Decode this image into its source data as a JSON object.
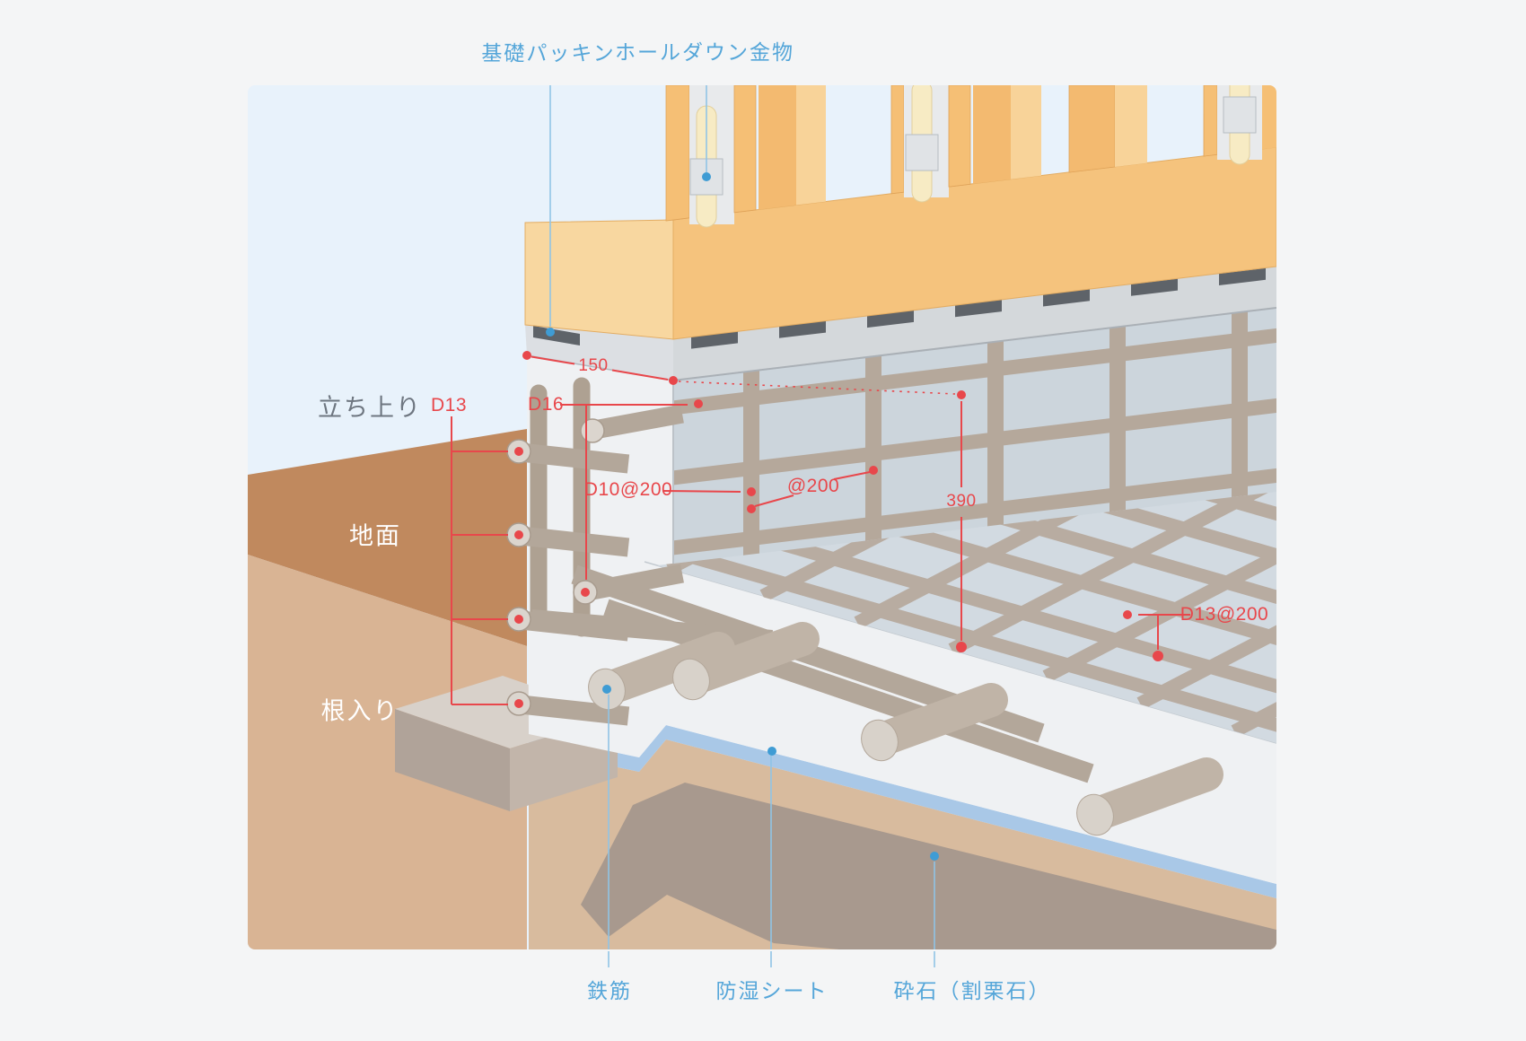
{
  "diagram_title": "foundation-cross-section",
  "part_labels": {
    "kiso_packing": "基礎パッキン",
    "holddown_hardware": "ホールダウン金物",
    "rebar": "鉄筋",
    "moisture_sheet": "防湿シート",
    "crushed_stone": "砕石（割栗石）"
  },
  "area_labels": {
    "rise": "立ち上り",
    "ground": "地面",
    "embedment": "根入り"
  },
  "dimension_labels": {
    "wall_width": "150",
    "side_bar": "D13",
    "main_bar": "D16",
    "vertical_bar": "D10@200",
    "spacing": "@200",
    "wall_height": "390",
    "slab_mesh": "D13@200"
  },
  "colors": {
    "label_blue": "#55a6d9",
    "annotation_red": "#e8474b",
    "sky": "#e8f2fb",
    "ground_dark": "#c0895e",
    "ground_light": "#d9b494",
    "concrete": "#eff1f3",
    "wood": "#f5c37d",
    "rebar_gray": "#b5a89b",
    "sheet_blue": "#a9c8e7",
    "stone_gray": "#a8998e"
  }
}
